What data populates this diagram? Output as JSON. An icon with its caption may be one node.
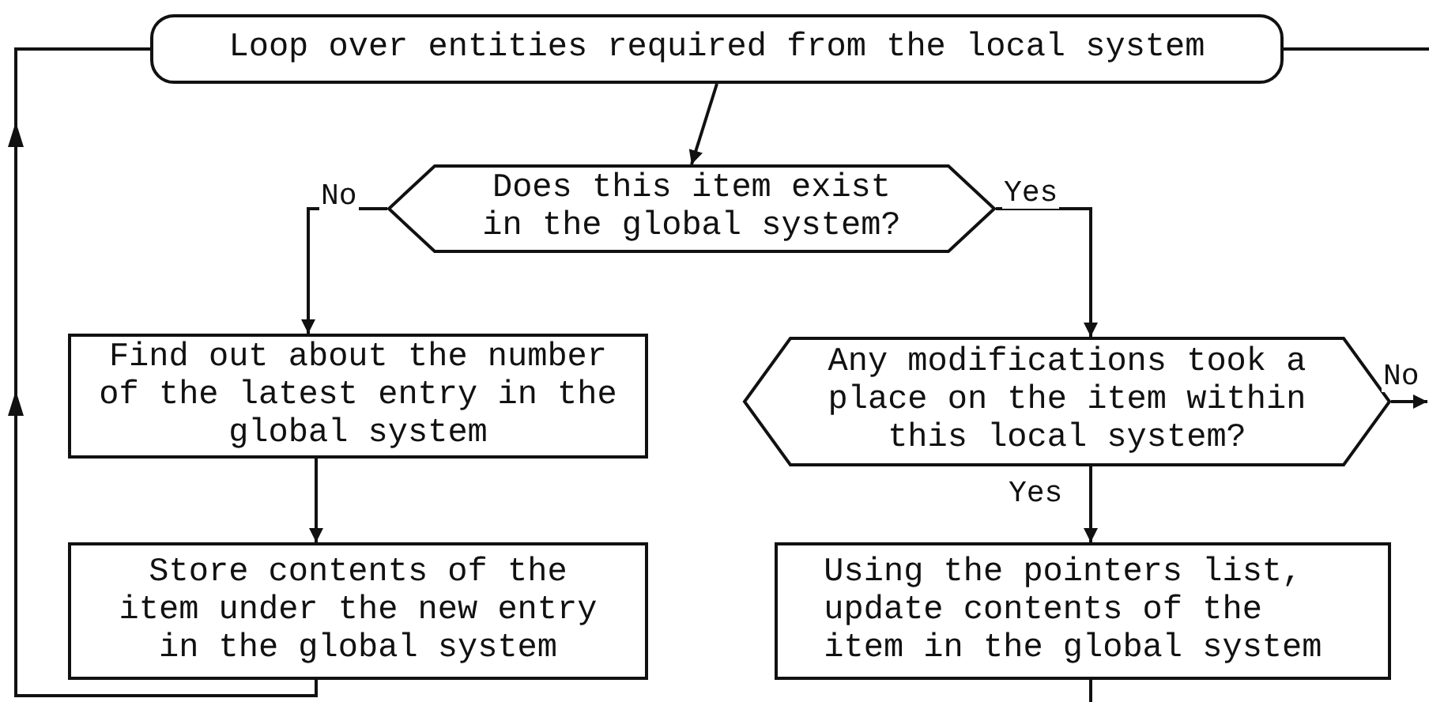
{
  "diagram": {
    "nodes": [
      {
        "text": [
          "Loop over entities required from the local system"
        ]
      },
      {
        "text": [
          "Does this item exist in the global system?"
        ]
      },
      {
        "text": [
          "Find out about the number of the latest entry in the global system"
        ]
      },
      {
        "text": [
          "Any modifications took a place on the item within this local system?"
        ]
      },
      {
        "text": [
          "Store contents of the item under the new entry in the global system"
        ]
      },
      {
        "text": [
          "Using the pointers list, update contents of the item in the global system"
        ]
      }
    ],
    "edges": [
      {
        "from": 0,
        "to": 1,
        "arrow": "to"
      },
      {
        "from": 1,
        "to": 2,
        "arrow": "to",
        "label": "No"
      },
      {
        "from": 1,
        "to": 3,
        "arrow": "to",
        "label": "Yes"
      },
      {
        "from": 3,
        "to": null,
        "arrow": "to",
        "label": "No"
      },
      {
        "from": 2,
        "to": 4,
        "arrow": "to"
      },
      {
        "from": 3,
        "to": 5,
        "arrow": "to",
        "label": "Yes"
      },
      {
        "from": 4,
        "to": 0,
        "arrow": "to"
      },
      {
        "from": 5,
        "to": null,
        "arrow": "none"
      },
      {
        "from": 0,
        "to": null,
        "arrow": "none"
      }
    ]
  }
}
